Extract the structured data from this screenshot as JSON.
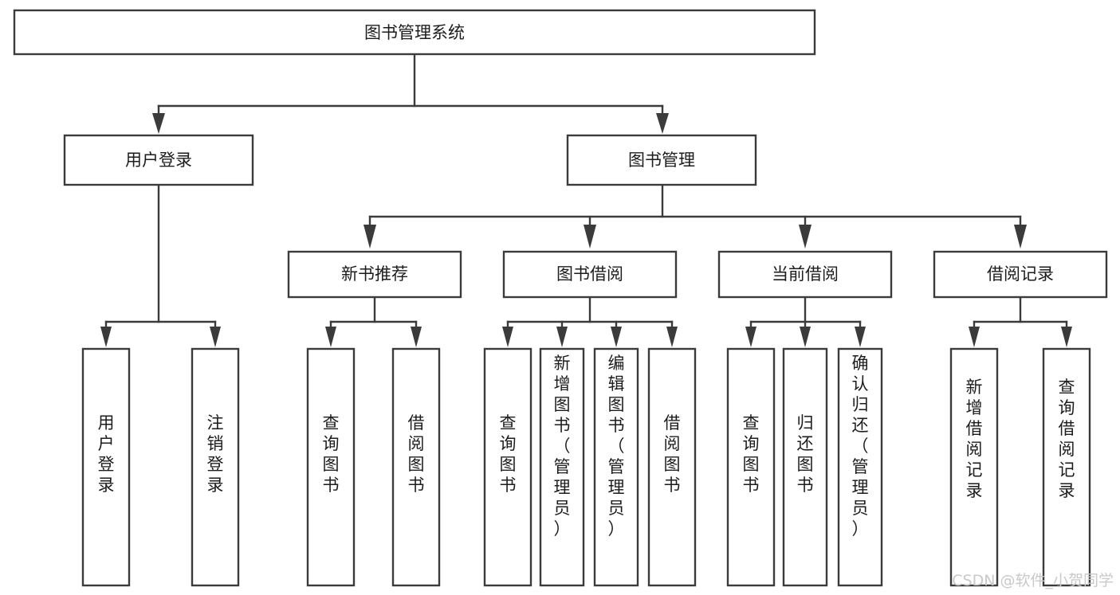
{
  "diagram": {
    "type": "tree-hierarchy-chart",
    "title": "图书管理系统",
    "watermark": "CSDN @软件_小贺同学",
    "colors": {
      "box_stroke": "#3b3b3b",
      "box_fill": "#ffffff",
      "text": "#1c1c1c",
      "connector": "#3b3b3b",
      "watermark": "#c9c9c9",
      "background": "#ffffff"
    },
    "levels": {
      "root": {
        "label": "图书管理系统"
      },
      "level2": [
        {
          "label": "用户登录"
        },
        {
          "label": "图书管理"
        }
      ],
      "level3": [
        {
          "label": "新书推荐"
        },
        {
          "label": "图书借阅"
        },
        {
          "label": "当前借阅"
        },
        {
          "label": "借阅记录"
        }
      ],
      "leaves": {
        "user_login": [
          {
            "label": "用户登录"
          },
          {
            "label": "注销登录"
          }
        ],
        "new_book_recommend": [
          {
            "label": "查询图书"
          },
          {
            "label": "借阅图书"
          }
        ],
        "book_borrow": [
          {
            "label": "查询图书"
          },
          {
            "label": "新增图书（管理员）"
          },
          {
            "label": "编辑图书（管理员）"
          },
          {
            "label": "借阅图书"
          }
        ],
        "current_borrow": [
          {
            "label": "查询图书"
          },
          {
            "label": "归还图书"
          },
          {
            "label": "确认归还（管理员）"
          }
        ],
        "borrow_record": [
          {
            "label": "新增借阅记录"
          },
          {
            "label": "查询借阅记录"
          }
        ]
      }
    }
  }
}
